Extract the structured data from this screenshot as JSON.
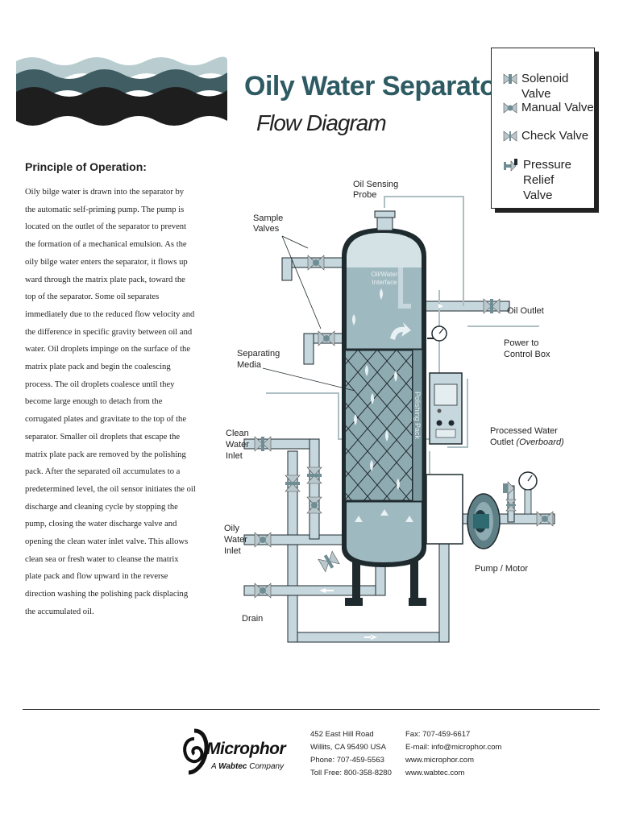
{
  "header": {
    "title": "Oily Water Separator",
    "subtitle": "Flow Diagram"
  },
  "legend": {
    "items": [
      {
        "label": "Solenoid Valve",
        "icon": "solenoid-valve-icon"
      },
      {
        "label": "Manual Valve",
        "icon": "manual-valve-icon"
      },
      {
        "label": "Check Valve",
        "icon": "check-valve-icon"
      },
      {
        "label_line1": "Pressure Relief",
        "label_line2": "Valve",
        "icon": "pressure-relief-valve-icon"
      }
    ]
  },
  "principle": {
    "heading": "Principle of Operation:",
    "body": "Oily bilge water is drawn into the separator by the automatic self-priming pump. The pump is located on the outlet of the separator to prevent the formation of a mechanical emulsion. As the oily bilge water enters the separator, it flows up ward through the matrix plate pack, toward the top of the separator. Some oil separates immediately due to the reduced flow velocity and the difference in specific gravity between oil and water. Oil droplets impinge on the surface of the matrix plate pack and begin the coalescing process. The oil droplets coalesce until they become large enough to detach from the corrugated plates and gravitate to the top of the separator. Smaller oil droplets that escape the matrix plate pack are removed by the polishing pack. After the separated oil accumulates to a predetermined level, the oil sensor initiates the oil discharge and cleaning cycle by stopping the pump, closing the water discharge valve and opening the clean water inlet valve. This allows clean sea or fresh water to cleanse the matrix plate pack and flow upward in the reverse direction washing the polishing pack displacing the accumulated oil."
  },
  "diagram": {
    "labels": {
      "oil_sensing_1": "Oil Sensing",
      "oil_sensing_2": "Probe",
      "sample_1": "Sample",
      "sample_2": "Valves",
      "interface_1": "Oil/Water",
      "interface_2": "Interface",
      "oil_outlet": "Oil Outlet",
      "power_1": "Power to",
      "power_2": "Control Box",
      "separating_1": "Separating",
      "separating_2": "Media",
      "polishing_pack": "Polishing Pack",
      "processed_1": "Processed Water",
      "processed_2": "Outlet",
      "processed_3": "(Overboard)",
      "clean_1": "Clean",
      "clean_2": "Water",
      "clean_3": "Inlet",
      "oily_1": "Oily",
      "oily_2": "Water",
      "oily_3": "Inlet",
      "pump_motor": "Pump / Motor",
      "drain": "Drain"
    }
  },
  "footer": {
    "brand": "Microphor",
    "brand_sub_prefix": "A",
    "brand_sub_bold": "Wabtec",
    "brand_sub_suffix": "Company",
    "address": [
      "452 East Hill Road",
      "Willits, CA 95490 USA",
      "Phone: 707-459-5563",
      "Toll Free: 800-358-8280"
    ],
    "contact": [
      "Fax: 707-459-6617",
      "E-mail: info@microphor.com",
      "www.microphor.com",
      "www.wabtec.com"
    ]
  },
  "colors": {
    "title": "#2e5b63",
    "pipe": "#c6d7dd",
    "pipe_stroke": "#1f2a2e",
    "tank_water": "#9fb9c0",
    "tank_oil": "#d4e2e6",
    "wave_dark": "#1e1e1e",
    "wave_mid": "#3f5d63",
    "wave_light": "#aac1c5"
  }
}
